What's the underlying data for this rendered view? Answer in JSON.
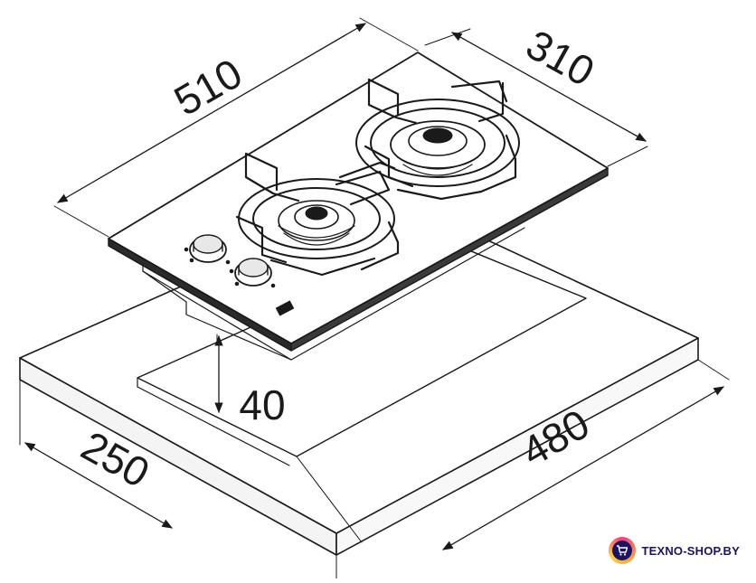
{
  "dimensions": {
    "width_top": "510",
    "depth_top": "310",
    "cutout_height": "40",
    "cutout_depth": "250",
    "cutout_width": "480"
  },
  "watermark": {
    "text": "TEXNO-SHOP.BY",
    "icon": "cart-icon"
  }
}
